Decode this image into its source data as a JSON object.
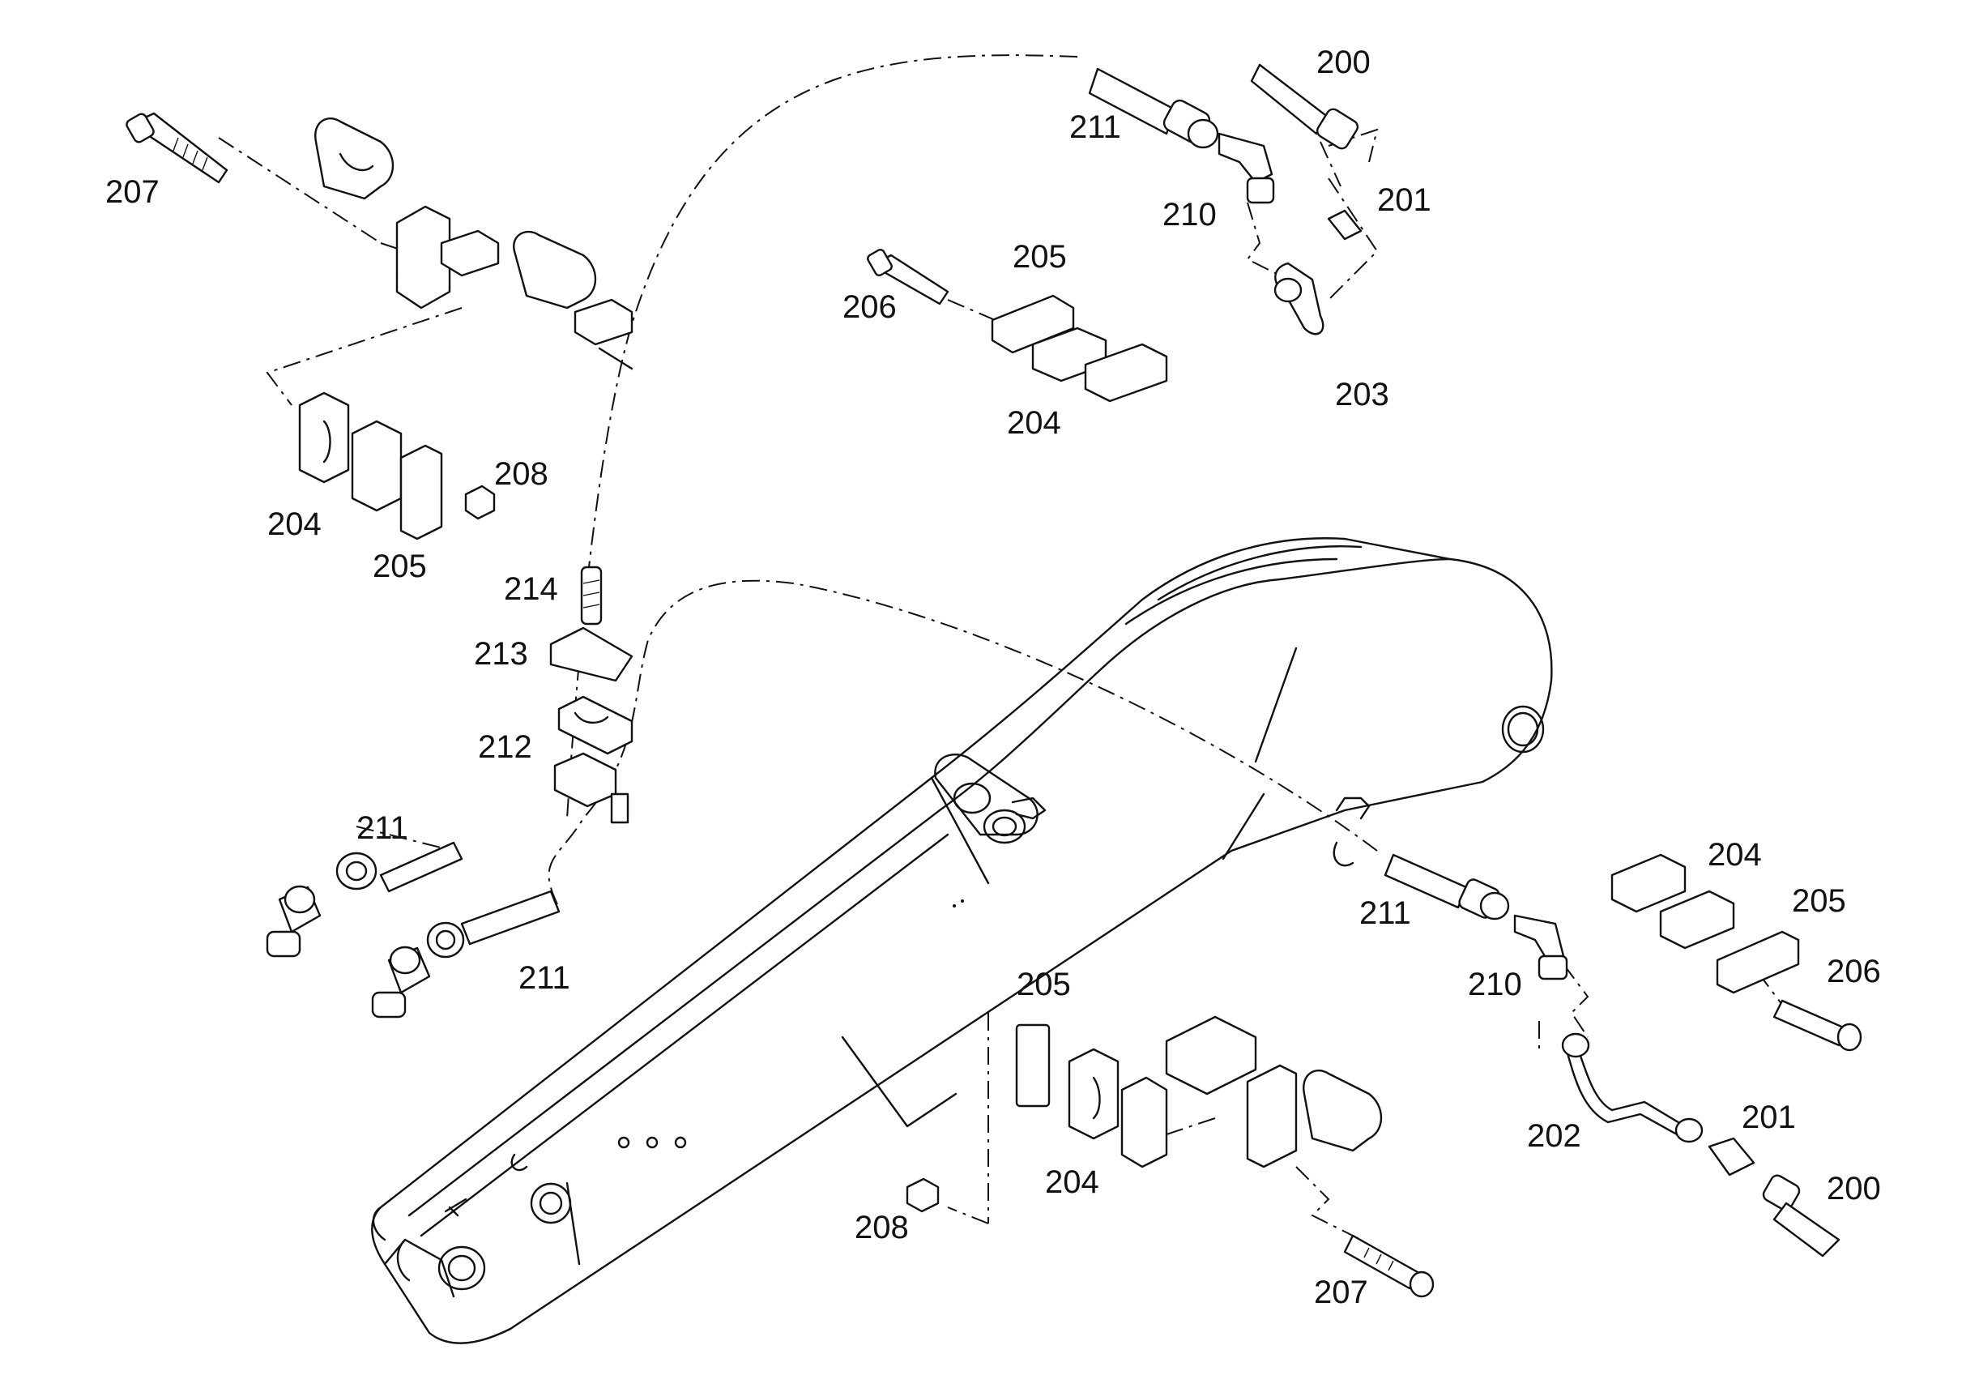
{
  "callouts": {
    "c207_top": "207",
    "c204_left": "204",
    "c205_left": "205",
    "c208_left": "208",
    "c214": "214",
    "c213": "213",
    "c212": "212",
    "c211_left_a": "211",
    "c211_left_b": "211",
    "c211_top": "211",
    "c210_top": "210",
    "c200_top": "200",
    "c201_top": "201",
    "c203": "203",
    "c206_top": "206",
    "c205_top": "205",
    "c204_top": "204",
    "c211_right": "211",
    "c210_right": "210",
    "c204_right": "204",
    "c205_right": "205",
    "c206_right": "206",
    "c202": "202",
    "c201_right": "201",
    "c200_right": "200",
    "c205_bottom": "205",
    "c204_bottom": "204",
    "c208_bottom": "208",
    "c207_bottom": "207"
  },
  "colors": {
    "ink": "#111111",
    "background": "#ffffff"
  }
}
